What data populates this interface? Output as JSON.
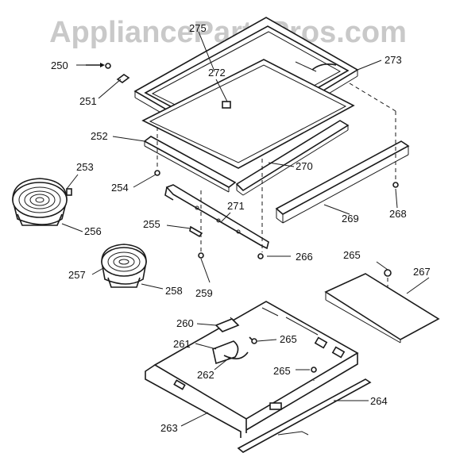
{
  "watermark": "AppliancePartsPros.com",
  "callouts": [
    "250",
    "251",
    "252",
    "253",
    "254",
    "255",
    "256",
    "257",
    "258",
    "259",
    "260",
    "261",
    "262",
    "263",
    "264",
    "265",
    "265",
    "265",
    "266",
    "267",
    "268",
    "269",
    "270",
    "271",
    "272",
    "273",
    "275"
  ]
}
